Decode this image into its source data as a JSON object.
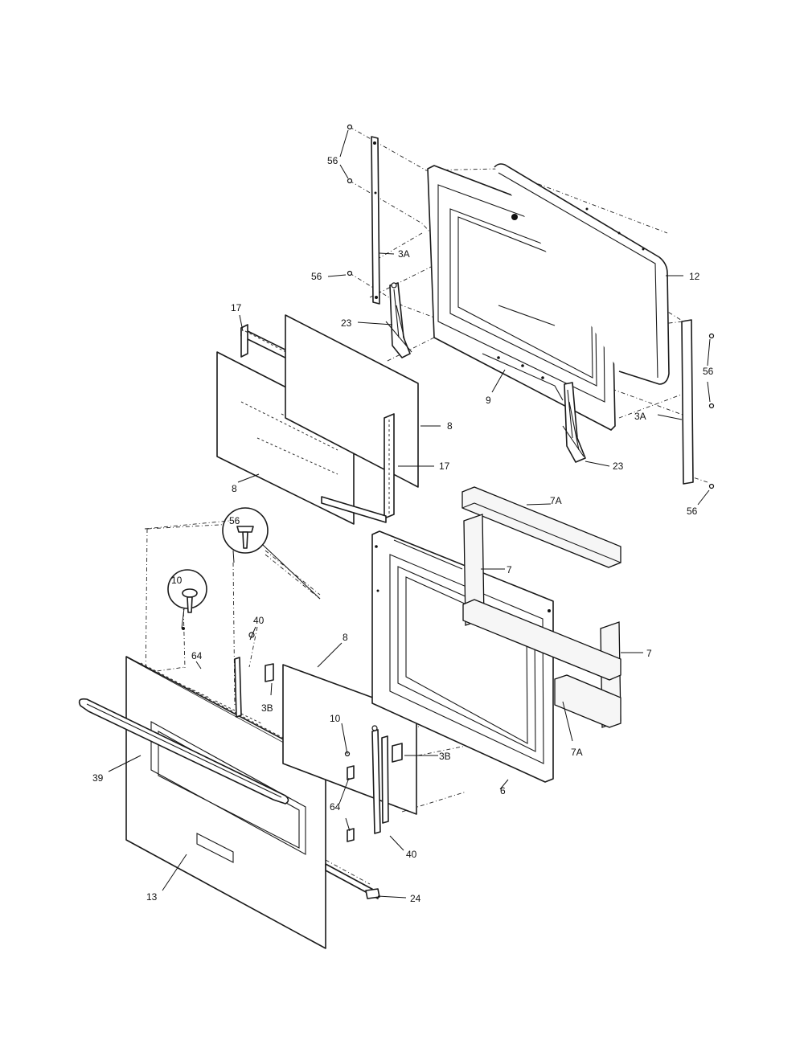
{
  "labels": {
    "l56_top": "56",
    "l3a_top": "3A",
    "l56_mid": "56",
    "l12": "12",
    "l23_left": "23",
    "l17_top": "17",
    "l8_right": "8",
    "l9": "9",
    "l56_right": "56",
    "l3a_right": "3A",
    "l17_right": "17",
    "l23_right": "23",
    "l8_left": "8",
    "l56_bottom_right": "56",
    "l7a_top": "7A",
    "l56_callout": "56",
    "l7_top": "7",
    "l10_callout": "10",
    "l40_top": "40",
    "l8_mid": "8",
    "l7_right": "7",
    "l64_top": "64",
    "l3b_left": "3B",
    "l7a_bottom": "7A",
    "l10_mid": "10",
    "l3b_right": "3B",
    "l39": "39",
    "l6": "6",
    "l64_bottom": "64",
    "l40_bottom": "40",
    "l13": "13",
    "l24": "24"
  },
  "colors": {
    "line": "#1a1a1a",
    "background": "#ffffff"
  },
  "icons": [
    "screw-callout-icon"
  ]
}
